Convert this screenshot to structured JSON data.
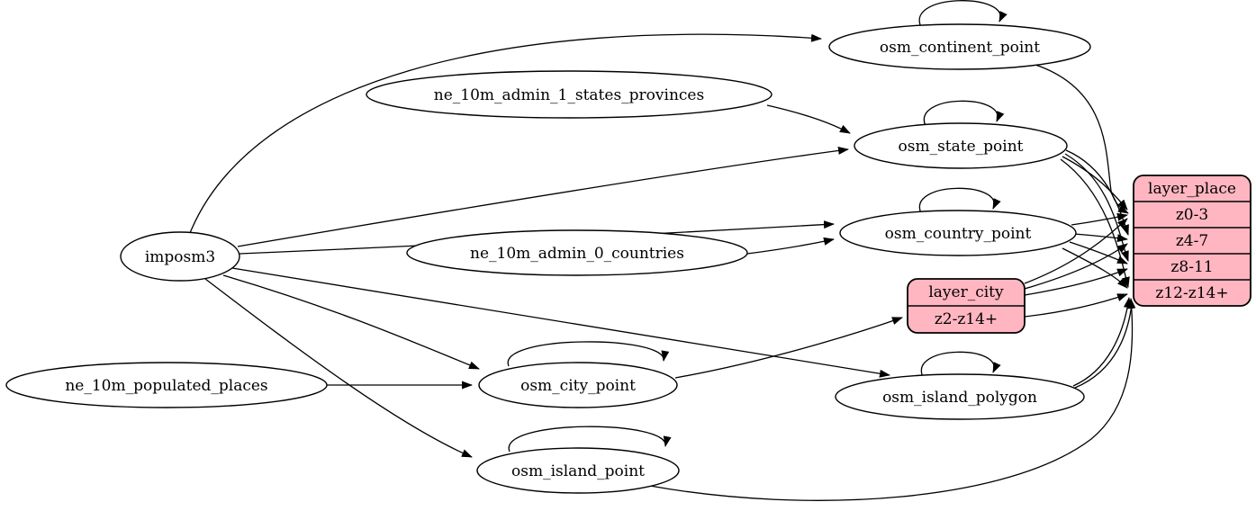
{
  "diagram": {
    "background": "#ffffff",
    "edge_color": "#000000",
    "node_fill": "#ffffff",
    "layer_fill": "#ffb6c1"
  },
  "nodes": {
    "imposm3": {
      "label": "imposm3"
    },
    "ne_10m_admin_1_states_provinces": {
      "label": "ne_10m_admin_1_states_provinces"
    },
    "ne_10m_admin_0_countries": {
      "label": "ne_10m_admin_0_countries"
    },
    "ne_10m_populated_places": {
      "label": "ne_10m_populated_places"
    },
    "osm_continent_point": {
      "label": "osm_continent_point"
    },
    "osm_state_point": {
      "label": "osm_state_point"
    },
    "osm_country_point": {
      "label": "osm_country_point"
    },
    "osm_city_point": {
      "label": "osm_city_point"
    },
    "osm_island_polygon": {
      "label": "osm_island_polygon"
    },
    "osm_island_point": {
      "label": "osm_island_point"
    }
  },
  "layer_place": {
    "title": "layer_place",
    "rows": [
      "z0-3",
      "z4-7",
      "z8-11",
      "z12-z14+"
    ]
  },
  "layer_city": {
    "title": "layer_city",
    "rows": [
      "z2-z14+"
    ]
  },
  "edges": [
    {
      "from": "imposm3",
      "to": "osm_continent_point"
    },
    {
      "from": "imposm3",
      "to": "osm_state_point"
    },
    {
      "from": "imposm3",
      "to": "osm_country_point"
    },
    {
      "from": "imposm3",
      "to": "osm_city_point"
    },
    {
      "from": "imposm3",
      "to": "osm_island_polygon"
    },
    {
      "from": "imposm3",
      "to": "osm_island_point"
    },
    {
      "from": "ne_10m_admin_1_states_provinces",
      "to": "osm_state_point"
    },
    {
      "from": "ne_10m_admin_0_countries",
      "to": "osm_country_point"
    },
    {
      "from": "ne_10m_populated_places",
      "to": "osm_city_point"
    },
    {
      "from": "osm_continent_point",
      "to": "osm_continent_point"
    },
    {
      "from": "osm_state_point",
      "to": "osm_state_point"
    },
    {
      "from": "osm_country_point",
      "to": "osm_country_point"
    },
    {
      "from": "osm_city_point",
      "to": "osm_city_point"
    },
    {
      "from": "osm_island_polygon",
      "to": "osm_island_polygon"
    },
    {
      "from": "osm_island_point",
      "to": "osm_island_point"
    },
    {
      "from": "osm_continent_point",
      "to": "layer_place.z0-3"
    },
    {
      "from": "osm_state_point",
      "to": "layer_place.z0-3"
    },
    {
      "from": "osm_state_point",
      "to": "layer_place.z4-7"
    },
    {
      "from": "osm_state_point",
      "to": "layer_place.z8-11"
    },
    {
      "from": "osm_state_point",
      "to": "layer_place.z12-z14+"
    },
    {
      "from": "osm_country_point",
      "to": "layer_place.z0-3"
    },
    {
      "from": "osm_country_point",
      "to": "layer_place.z4-7"
    },
    {
      "from": "osm_country_point",
      "to": "layer_place.z8-11"
    },
    {
      "from": "osm_country_point",
      "to": "layer_place.z12-z14+"
    },
    {
      "from": "osm_city_point",
      "to": "layer_city.z2-z14+"
    },
    {
      "from": "layer_city",
      "to": "layer_place.z0-3"
    },
    {
      "from": "layer_city",
      "to": "layer_place.z4-7"
    },
    {
      "from": "layer_city",
      "to": "layer_place.z8-11"
    },
    {
      "from": "layer_city",
      "to": "layer_place.z12-z14+"
    },
    {
      "from": "osm_island_polygon",
      "to": "layer_place.z12-z14+"
    },
    {
      "from": "osm_island_point",
      "to": "layer_place.z12-z14+"
    }
  ]
}
